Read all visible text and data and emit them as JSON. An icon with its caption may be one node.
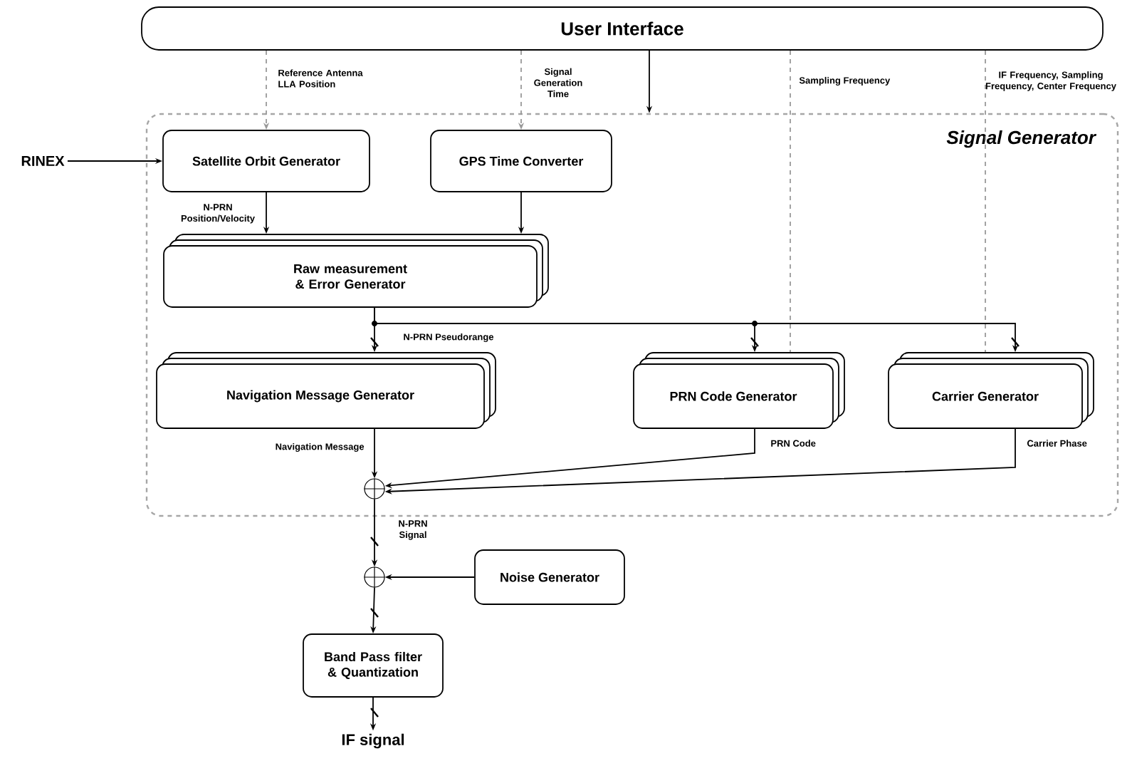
{
  "diagram": {
    "nodes": [
      {
        "text": [
          "User Interface"
        ]
      },
      {
        "text": [
          "Signal Generator"
        ]
      },
      {
        "text": [
          "RINEX"
        ]
      },
      {
        "text": [
          "Satellite Orbit Generator"
        ],
        "in": 1
      },
      {
        "text": [
          "GPS Time Converter"
        ],
        "in": 1
      },
      {
        "text": [
          "Raw measurement & Error Generator"
        ],
        "in": 1
      },
      {
        "text": [
          "Navigation Message Generator"
        ],
        "in": 1
      },
      {
        "text": [
          "PRN Code Generator"
        ],
        "in": 1
      },
      {
        "text": [
          "Carrier Generator"
        ],
        "in": 1
      },
      {
        "text": [],
        "shape": "circle",
        "in": 1
      },
      {
        "text": [],
        "shape": "circle"
      },
      {
        "text": [
          "Noise Generator"
        ]
      },
      {
        "text": [
          "Band Pass filter & Quantization"
        ]
      },
      {
        "text": [
          "IF signal"
        ]
      }
    ],
    "edges": [
      {
        "from": 0,
        "to": 3,
        "arrow": "to",
        "label": "Reference Antenna LLA Position",
        "style": "dashed",
        "color": "#999999"
      },
      {
        "from": 0,
        "to": 4,
        "arrow": "to",
        "label": "Signal Generation Time",
        "style": "dashed",
        "color": "#999999"
      },
      {
        "from": 0,
        "to": 1,
        "arrow": "to"
      },
      {
        "from": 0,
        "to": 7,
        "arrow": "none",
        "label": "Sampling Frequency",
        "style": "dashed",
        "color": "#999999"
      },
      {
        "from": 0,
        "to": 8,
        "arrow": "none",
        "label": "IF Frequency, Sampling Frequency, Center Frequency",
        "style": "dashed",
        "color": "#999999"
      },
      {
        "from": 2,
        "to": 3,
        "arrow": "to"
      },
      {
        "from": 3,
        "to": 5,
        "arrow": "to",
        "label": "N-PRN Position/Velocity"
      },
      {
        "from": 4,
        "to": 5,
        "arrow": "to"
      },
      {
        "from": 5,
        "to": 6,
        "arrow": "to",
        "label": "N-PRN Pseudorange"
      },
      {
        "from": 5,
        "to": 7,
        "arrow": "to"
      },
      {
        "from": 5,
        "to": 8,
        "arrow": "to"
      },
      {
        "from": 6,
        "to": 9,
        "arrow": "to",
        "label": "Navigation Message"
      },
      {
        "from": 7,
        "to": 9,
        "arrow": "to",
        "label": "PRN Code"
      },
      {
        "from": 8,
        "to": 9,
        "arrow": "to",
        "label": "Carrier Phase"
      },
      {
        "from": 9,
        "to": 10,
        "arrow": "to",
        "label": "N-PRN Signal"
      },
      {
        "from": 11,
        "to": 10,
        "arrow": "to"
      },
      {
        "from": 10,
        "to": 12,
        "arrow": "to"
      },
      {
        "from": 12,
        "to": 13,
        "arrow": "to"
      }
    ]
  }
}
